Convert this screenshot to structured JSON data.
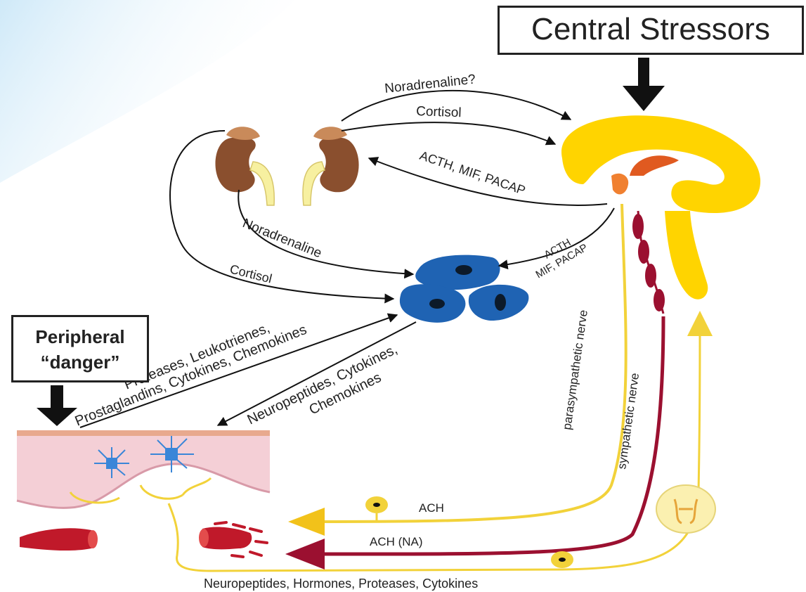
{
  "central_stressors": "Central Stressors",
  "peripheral_danger": {
    "line1": "Peripheral",
    "line2": "“danger”"
  },
  "labels": {
    "noradrenaline_q": "Noradrenaline?",
    "cortisol_top": "Cortisol",
    "acth_mif_pacap": "ACTH, MIF, PACAP",
    "noradrenaline": "Noradrenaline",
    "cortisol_left": "Cortisol",
    "acth_short": "ACTH",
    "mif_pacap": "MIF, PACAP",
    "proteases_line1": "Proteases, Leukotrienes,",
    "proteases_line2": "Prostaglandins, Cytokines, Chemokines",
    "neuropeptides_line1": "Neuropeptides, Cytokines,",
    "neuropeptides_line2": "Chemokines",
    "parasympathetic_nerve": "parasympathetic nerve",
    "sympathetic_nerve": "sympathetic nerve",
    "ach": "ACH",
    "ach_na": "ACH (NA)",
    "bottom": "Neuropeptides, Hormones, Proteases, Cytokines"
  },
  "colors": {
    "background_accent": "#cfe9f8",
    "kidney": "#8a4f2e",
    "adrenal": "#c98a5a",
    "brain": "#ffd400",
    "immune_cell": "#1f63b3",
    "parasympathetic": "#f2d23a",
    "sympathetic": "#9b1030",
    "tissue": "#f4cfd6"
  }
}
